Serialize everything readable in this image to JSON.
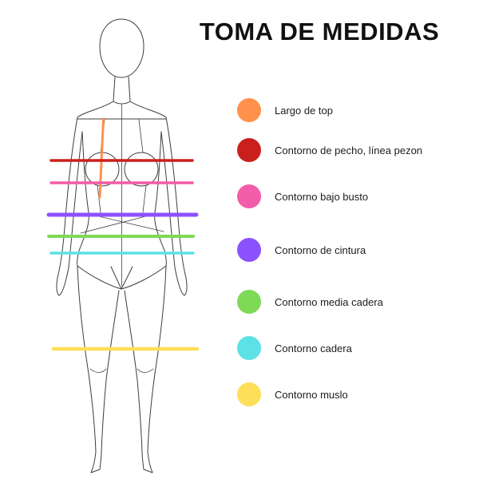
{
  "title": "TOMA DE MEDIDAS",
  "legend": {
    "items": [
      {
        "name": "largo-de-top",
        "label": "Largo de top",
        "color": "#FF914D"
      },
      {
        "name": "contorno-pecho",
        "label": "Contorno de pecho, línea pezon",
        "color": "#C9201D"
      },
      {
        "name": "contorno-bajo-busto",
        "label": "Contorno bajo busto",
        "color": "#F25CA8"
      },
      {
        "name": "contorno-cintura",
        "label": "Contorno de cintura",
        "color": "#8C52FF"
      },
      {
        "name": "contorno-media-cadera",
        "label": "Contorno media cadera",
        "color": "#7ED957"
      },
      {
        "name": "contorno-cadera",
        "label": "Contorno cadera",
        "color": "#5CE1E6"
      },
      {
        "name": "contorno-muslo",
        "label": "Contorno muslo",
        "color": "#FFDE59"
      }
    ]
  },
  "figure": {
    "outline_color": "#3d3d3d"
  }
}
